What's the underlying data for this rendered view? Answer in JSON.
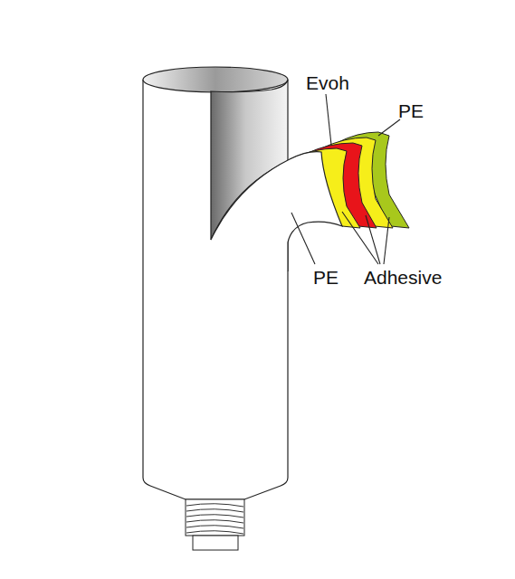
{
  "diagram": {
    "labels": [
      "Evoh",
      "PE",
      "PE",
      "Adhesive"
    ]
  }
}
